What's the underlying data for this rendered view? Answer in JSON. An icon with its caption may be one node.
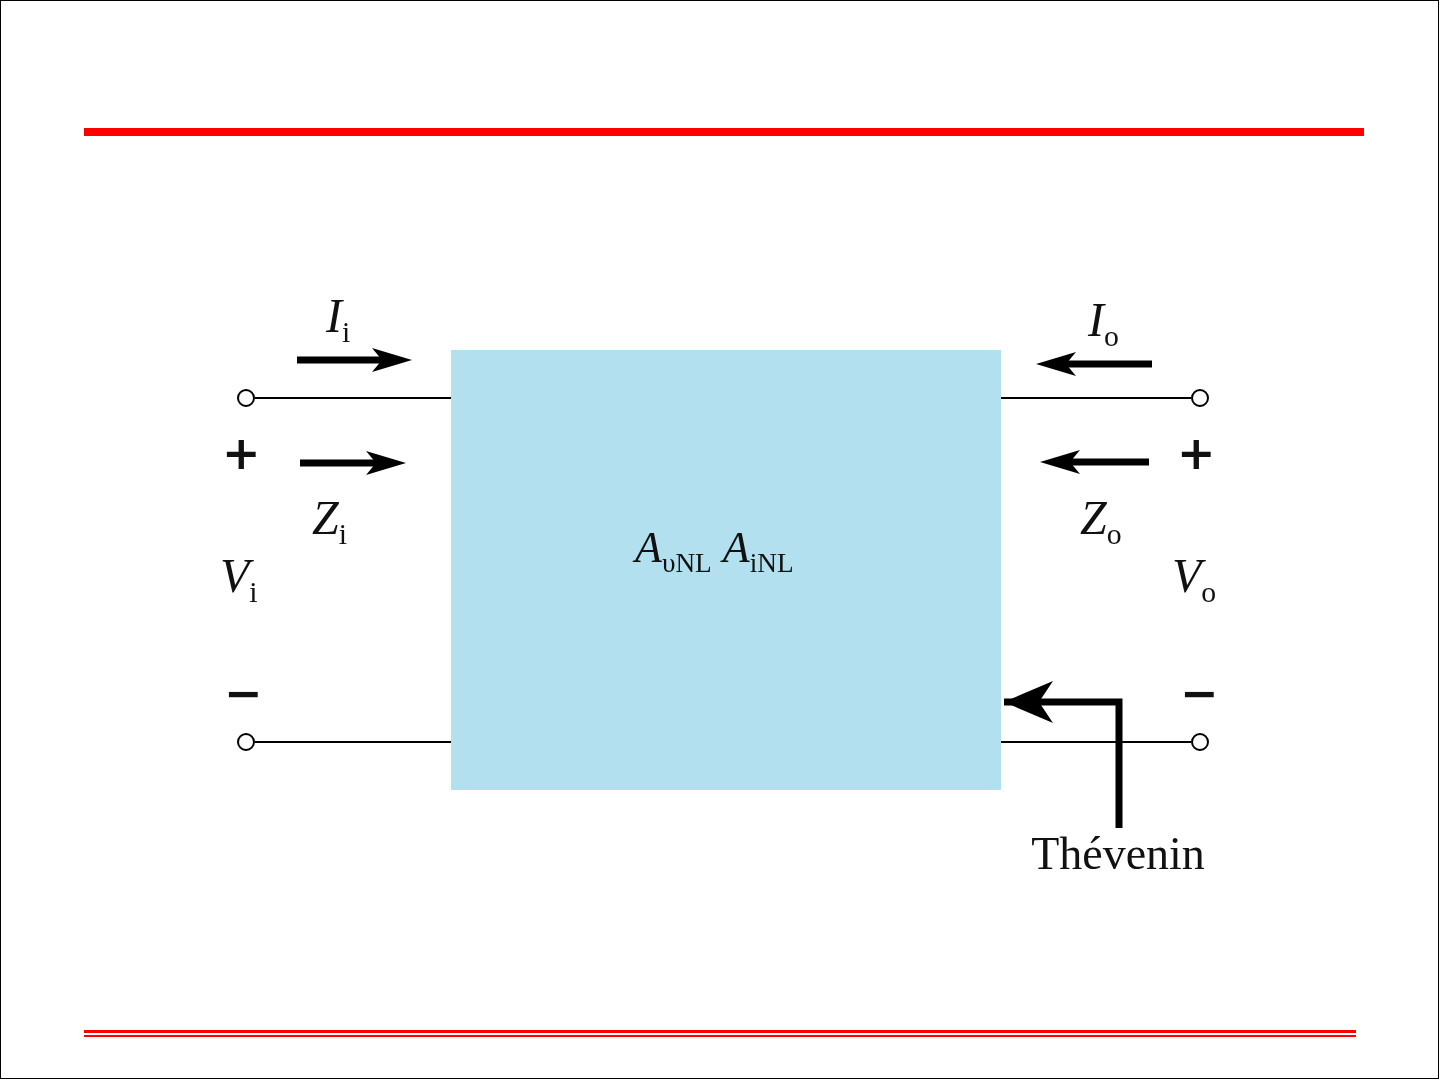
{
  "diagram": {
    "nodes": [
      {
        "text": [
          "*A*$_{υNL}$ *A*$_{iNL}$"
        ]
      },
      {
        "text": [],
        "shape": "circle"
      },
      {
        "text": [],
        "shape": "circle"
      },
      {
        "text": [],
        "shape": "circle"
      },
      {
        "text": [],
        "shape": "circle"
      },
      {
        "text": [
          "Thévenin"
        ]
      }
    ],
    "edges": [
      {
        "from": 1,
        "to": 0,
        "arrow": "none"
      },
      {
        "from": 2,
        "to": 0,
        "arrow": "none"
      },
      {
        "from": 3,
        "to": 0,
        "arrow": "none"
      },
      {
        "from": 4,
        "to": 0,
        "arrow": "none"
      },
      {
        "from": 5,
        "to": 0,
        "arrow": "to",
        "style": "thick"
      }
    ],
    "labels": [
      "*I*$_{i}$",
      "*I*$_{o}$",
      "+",
      "+",
      "*Z*$_{i}$",
      "*Z*$_{o}$",
      "*V*$_{i}$",
      "*V*$_{o}$",
      "−",
      "−"
    ]
  }
}
